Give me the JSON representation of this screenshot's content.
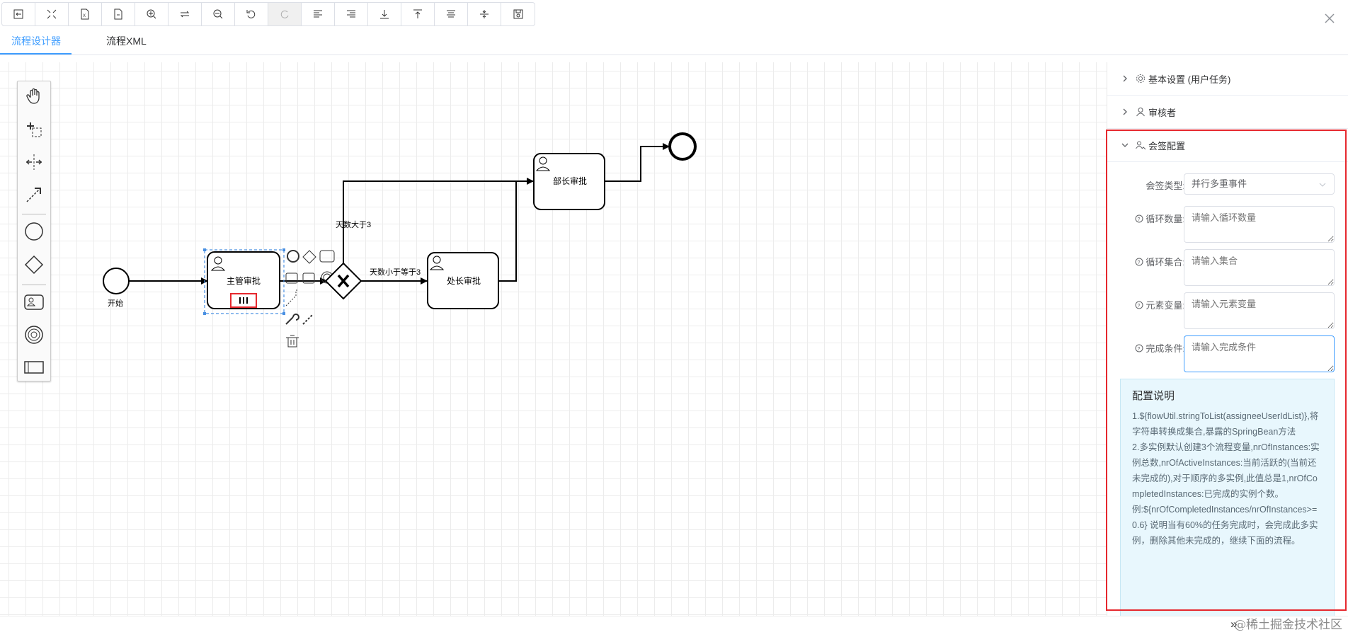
{
  "toolbar": {
    "buttons": [
      {
        "icon": "open-file-icon"
      },
      {
        "icon": "fit-view-icon"
      },
      {
        "icon": "export-xml-icon"
      },
      {
        "icon": "export-svg-icon"
      },
      {
        "icon": "zoom-in-icon"
      },
      {
        "icon": "reset-zoom-icon"
      },
      {
        "icon": "zoom-out-icon"
      },
      {
        "icon": "undo-icon"
      },
      {
        "icon": "redo-icon",
        "disabled": true
      },
      {
        "icon": "align-left-icon"
      },
      {
        "icon": "align-right-icon"
      },
      {
        "icon": "align-bottom-icon"
      },
      {
        "icon": "align-top-icon"
      },
      {
        "icon": "align-center-icon"
      },
      {
        "icon": "align-middle-icon"
      },
      {
        "icon": "save-icon"
      }
    ]
  },
  "tabs": [
    {
      "label": "流程设计器",
      "active": true
    },
    {
      "label": "流程XML",
      "active": false
    }
  ],
  "diagram": {
    "start_label": "开始",
    "task_manager": "主管审批",
    "task_director": "处长审批",
    "task_minister": "部长审批",
    "flow_gt": "天数大于3",
    "flow_le": "天数小于等于3"
  },
  "panel": {
    "sections": [
      {
        "title": "基本设置 (用户任务)",
        "icon": "gear-icon",
        "expanded": false
      },
      {
        "title": "审核者",
        "icon": "user-icon",
        "expanded": false
      },
      {
        "title": "会签配置",
        "icon": "users-icon",
        "expanded": true
      }
    ],
    "form": {
      "type_label": "会签类型:",
      "type_value": "并行多重事件",
      "loop_count_label": "循环数量:",
      "loop_count_placeholder": "请输入循环数量",
      "collection_label": "循环集合:",
      "collection_placeholder": "请输入集合",
      "element_var_label": "元素变量:",
      "element_var_placeholder": "请输入元素变量",
      "completion_label": "完成条件:",
      "completion_placeholder": "请输入完成条件"
    },
    "note": {
      "title": "配置说明",
      "lines": [
        "1.${flowUtil.stringToList(assigneeUserIdList)},将字符串转换成集合,暴露的SpringBean方法",
        "2.多实例默认创建3个流程变量,nrOfInstances:实例总数,nrOfActiveInstances:当前活跃的(当前还未完成的),对于顺序的多实例,此值总是1,nrOfCompletedInstances:已完成的实例个数。",
        "例:${nrOfCompletedInstances/nrOfInstances>=0.6} 说明当有60%的任务完成时，会完成此多实例，删除其他未完成的，继续下面的流程。"
      ]
    }
  },
  "watermark": "@稀土掘金技术社区",
  "colors": {
    "accent": "#409eff",
    "highlight": "#e6282e",
    "note_bg": "#e8f7fd"
  }
}
